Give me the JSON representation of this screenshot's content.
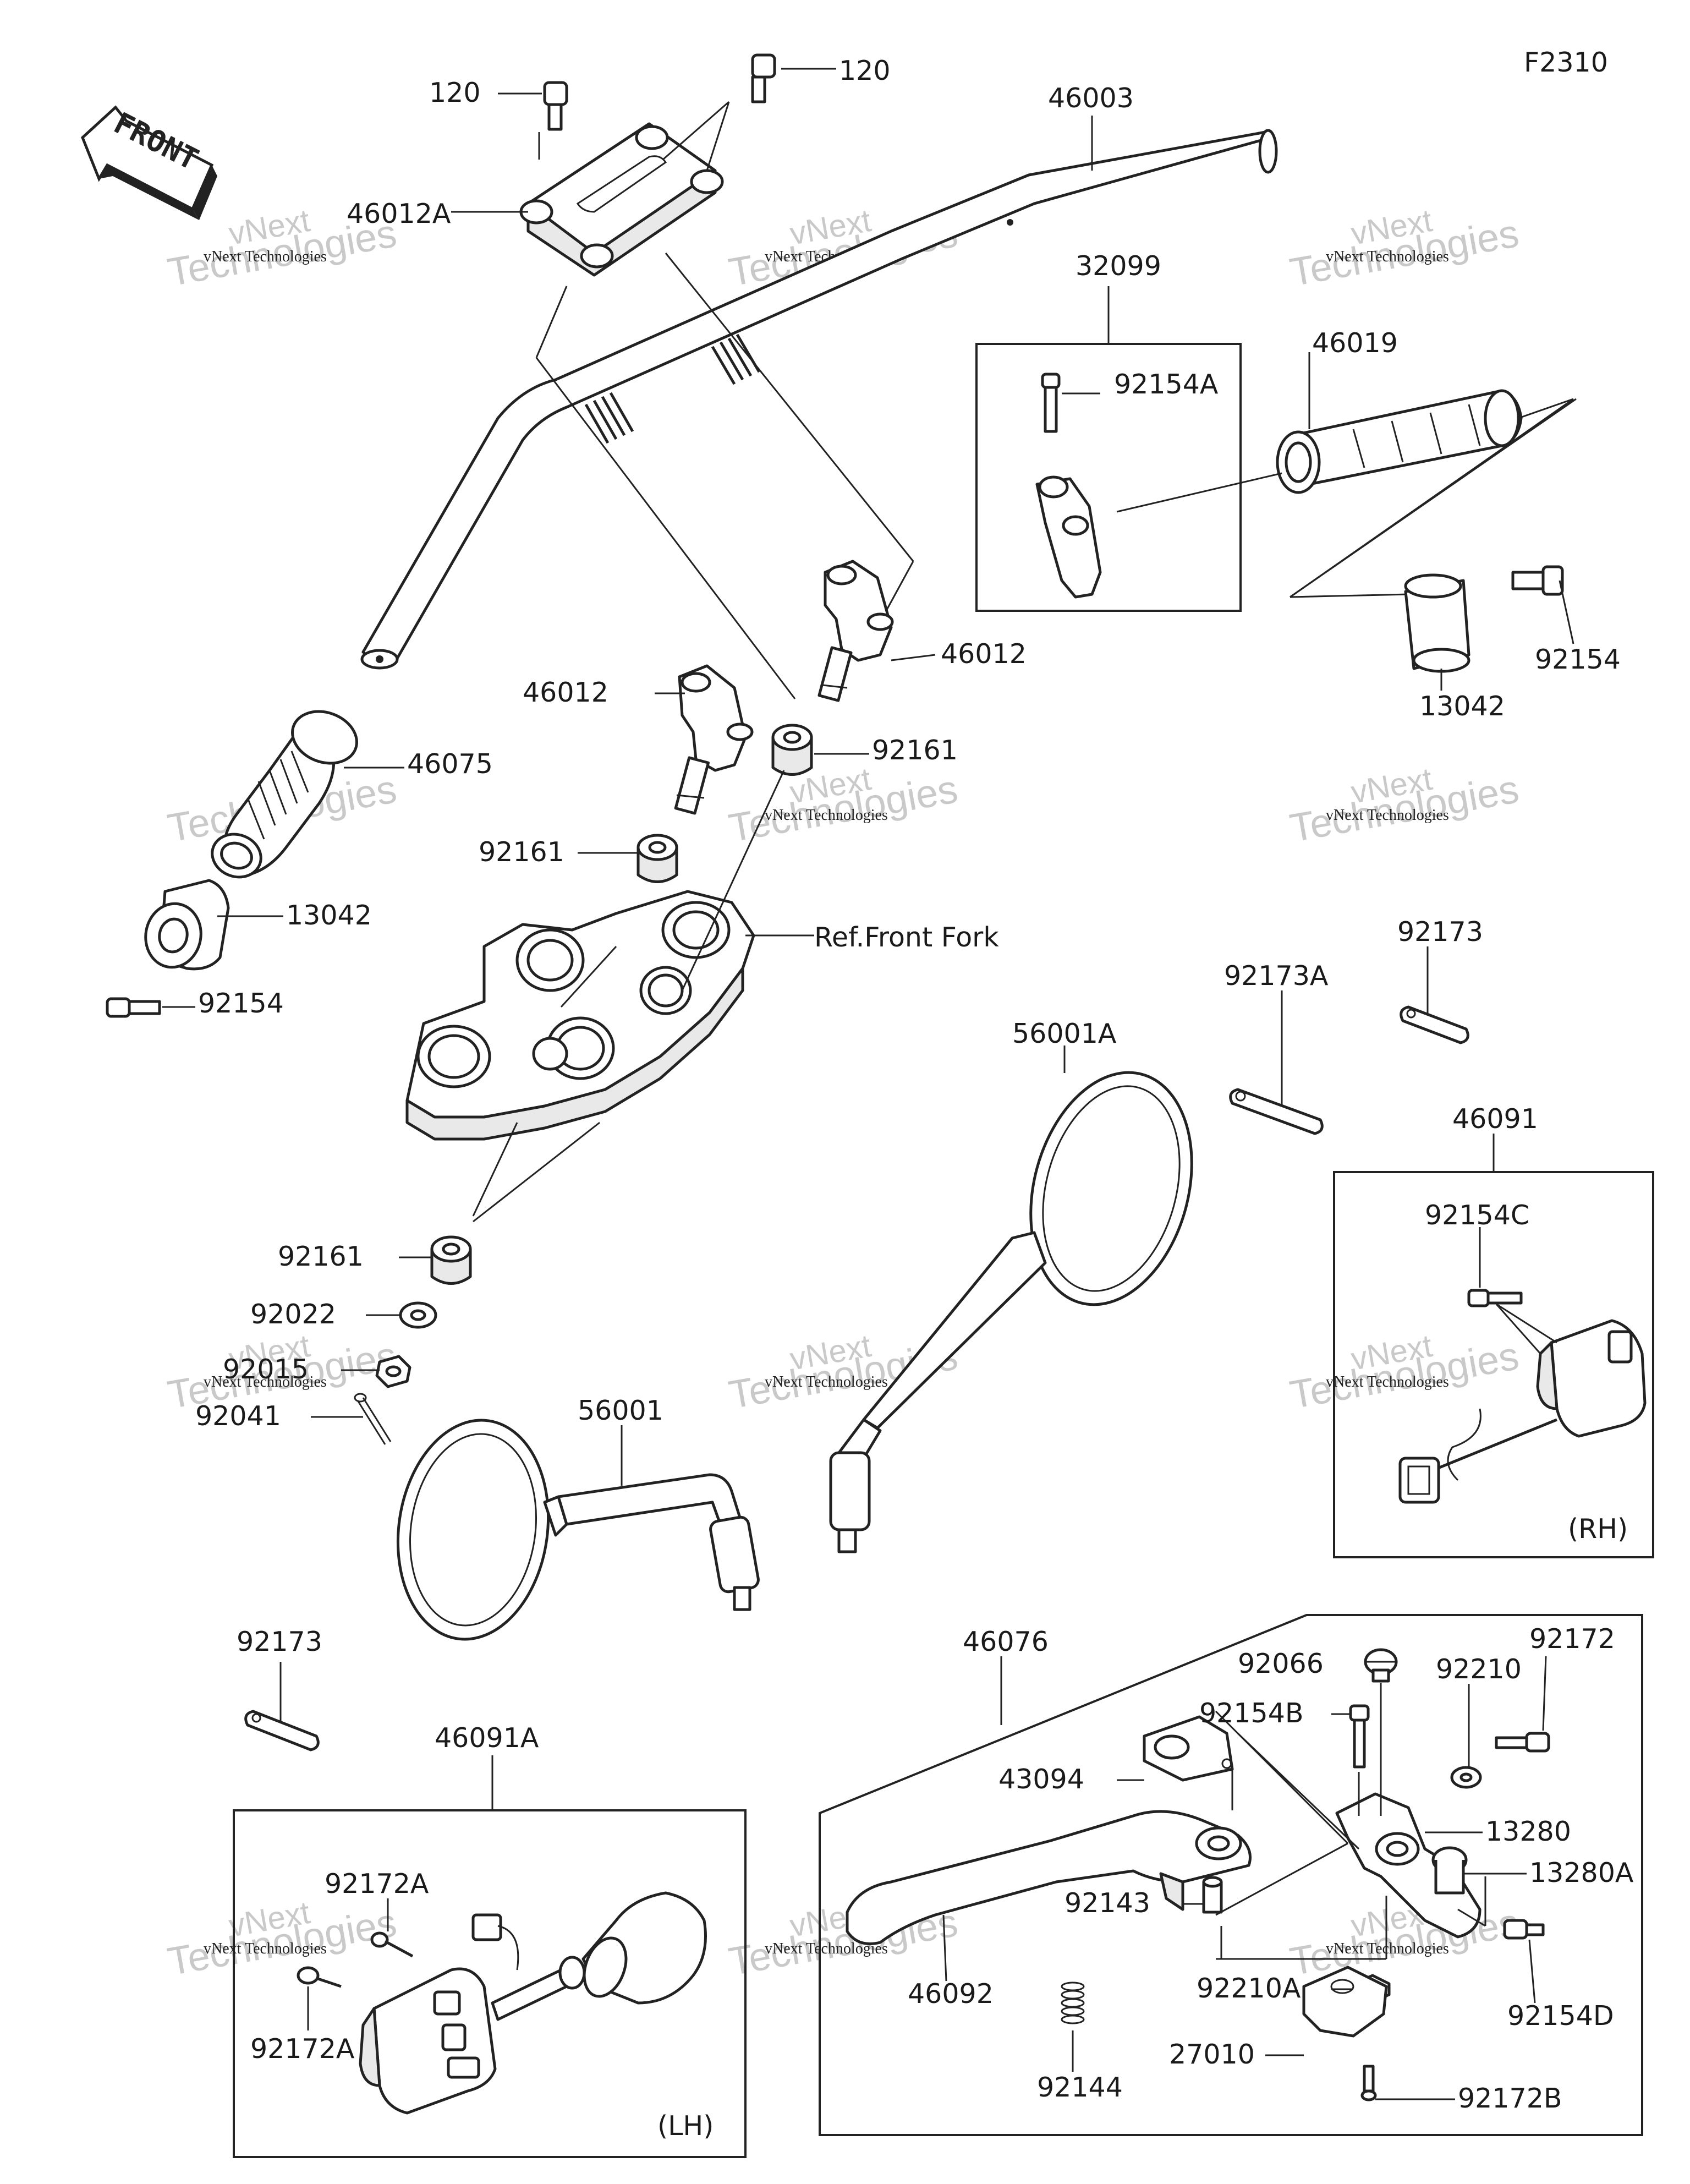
{
  "figure_code": "F2310",
  "front_arrow_text": "FRONT",
  "watermark": {
    "line1": "vNext Technologies",
    "big": "Technologies",
    "small": "vNext"
  },
  "labels": {
    "p120_left": "120",
    "p120_right": "120",
    "p46003": "46003",
    "p46012A": "46012A",
    "p32099": "32099",
    "p92154A": "92154A",
    "p46019": "46019",
    "p46012_right": "46012",
    "p46012_left": "46012",
    "p92161_a": "92161",
    "p92161_b": "92161",
    "p46075": "46075",
    "p13042_left": "13042",
    "p13042_right": "13042",
    "p92154_left": "92154",
    "p92154_right": "92154",
    "ref_front_fork": "Ref.Front Fork",
    "p92173_right": "92173",
    "p92173A": "92173A",
    "p56001A": "56001A",
    "p46091": "46091",
    "p92154C": "92154C",
    "rh": "(RH)",
    "p92161_c": "92161",
    "p92022": "92022",
    "p92015": "92015",
    "p92041": "92041",
    "p56001": "56001",
    "p92173_left": "92173",
    "p46076": "46076",
    "p92066": "92066",
    "p92210": "92210",
    "p92172": "92172",
    "p92154B": "92154B",
    "p43094": "43094",
    "p13280": "13280",
    "p13280A": "13280A",
    "p46091A": "46091A",
    "p92172A_top": "92172A",
    "p92172A_bot": "92172A",
    "lh": "(LH)",
    "p92143": "92143",
    "p46092": "46092",
    "p92210A": "92210A",
    "p92154D": "92154D",
    "p27010": "27010",
    "p92144": "92144",
    "p92172B": "92172B"
  }
}
